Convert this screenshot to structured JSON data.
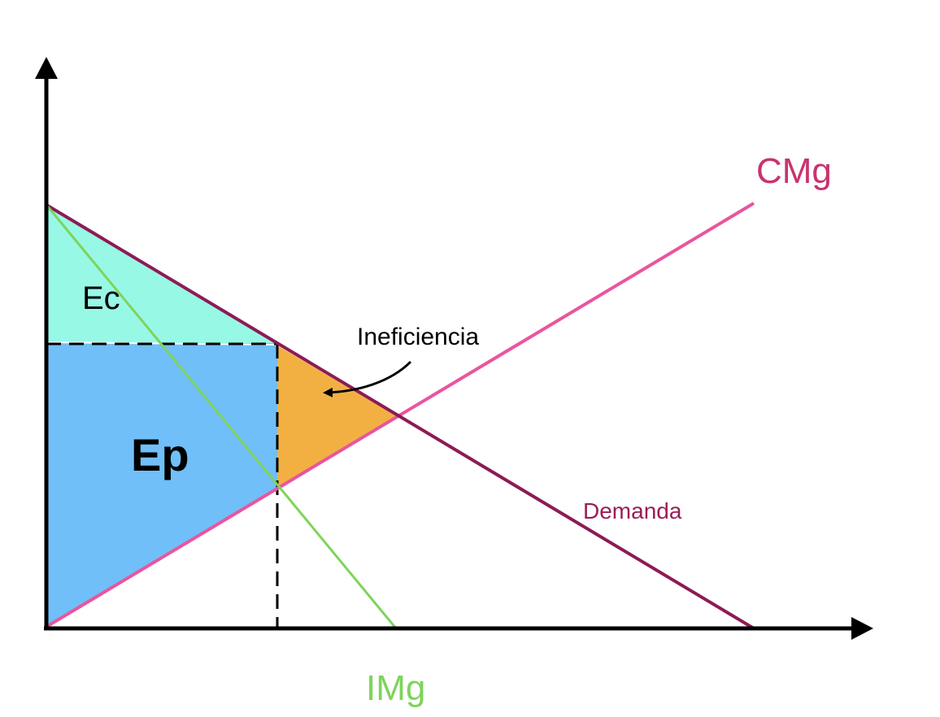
{
  "labels": {
    "consumer_surplus": "Ec",
    "producer_surplus": "Ep",
    "deadweight_loss": "Ineficiencia",
    "marginal_cost": "CMg",
    "demand": "Demanda",
    "marginal_revenue": "IMg"
  },
  "colors": {
    "consumer_surplus_fill": "#97f8e6",
    "producer_surplus_fill": "#70bff8",
    "deadweight_loss_fill": "#f2b043",
    "marginal_cost_line": "#e9559e",
    "demand_line": "#8c1b55",
    "marginal_revenue_line": "#7ed45a",
    "axis": "#000000",
    "cmg_label": "#c9326f",
    "demand_label": "#9c1d55",
    "img_label": "#7ed45a"
  }
}
